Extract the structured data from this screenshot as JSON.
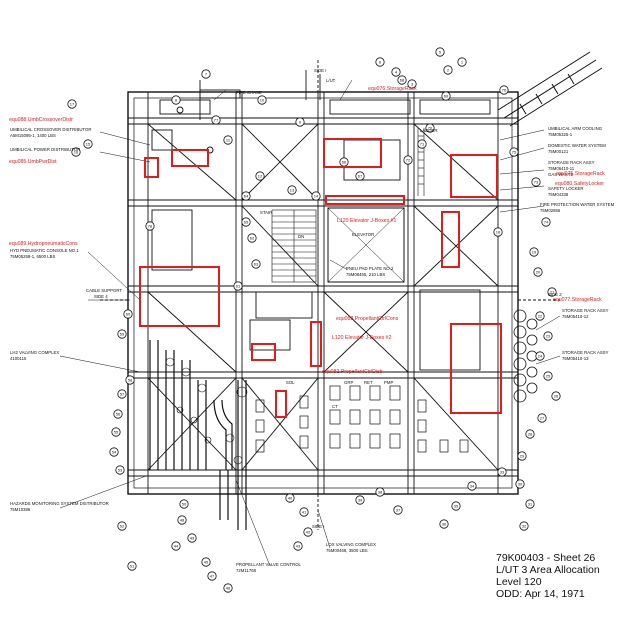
{
  "info": {
    "line1": "79K00403 - Sheet 26",
    "line2": "L/UT  3  Area  Allocation",
    "line3": "Level  120",
    "line4": "ODD: Apr 14, 1971"
  },
  "red_labels": [
    "equ088.UmbCrossoverDistr",
    "equ085.UmbPwrDist",
    "equ089.HydropneumaticCons",
    "equ076.StorageRack",
    "equ075.StorageRack",
    "equ080.SafetyLocker",
    "L120 Elevator J-Boxes #1",
    "equ083.PropellantCtrlCons",
    "L120 Elevator J-Boxes #2",
    "equ082.PropellantCtrlDistr",
    "equ077.StorageRack"
  ],
  "labels": {
    "side_i_top": "SIDE I",
    "side_i_bottom": "SIDE I",
    "side_2": "SIDE 2",
    "side_4": "SIDE 4",
    "fire_chase": "FIRE CHASE",
    "stair": "STAIR",
    "ladder": "LADDER",
    "elevator": "ELEVATOR",
    "cable_support": "CABLE SUPPORT",
    "dn": "DN",
    "umb_crossover": "UMBILICAL CROSSOVER DISTRIBUTOR",
    "umb_crossover_wt": "A5M15095-1, 1400 LBS",
    "umb_power": "UMBILICAL POWER DISTRIBUTOR",
    "hyd_console": "HYD PNEUMATIC CONSOLE NO.1",
    "hyd_console_wt": "75M05258-1, 6500 LBS",
    "lh2_valving": "LH2 VALVING COMPLEX",
    "lh2_valving_no": "4100115",
    "hazards": "HAZARDS MONITORING SYSTEM DISTRIBUTOR",
    "hazards_no": "75M10386",
    "propellant_valve": "PROPELLANT VALVE CONTROL",
    "propellant_valve_no": "72M11768",
    "lox_valving": "LOX VALVING COMPLEX",
    "lox_valving_wt": "75M00468, 3500 LBS",
    "umb_arm_cooling": "UMBILICAL ARM COOLING",
    "umb_arm_cooling_no": "75M05325-1",
    "domestic_water": "DOMESTIC WATER SYSTEM",
    "domestic_water_no": "75M00121",
    "storage_rack_top": "STORAGE RACK ASSY",
    "storage_rack_top_no": "75M06410-11",
    "gas_waste": "GAS WASTE",
    "safety_locker": "SAFETY LOCKER",
    "safety_locker_no": "75M04338",
    "fire_protection": "FIRE PROTECTION WATER SYSTEM",
    "fire_protection_no": "75M02856",
    "pneu_panel": "PNEU PAD PLATE NO.2",
    "pneu_panel_wt": "75M08465, 210 LBS",
    "storage_rack_mid": "STORAGE RACK ASSY",
    "storage_rack_mid_no": "75M05410-12",
    "storage_rack_low": "STORAGE RACK ASSY",
    "storage_rack_low_no": "75M05410-13",
    "sol": "SOL",
    "grp": "GRP",
    "ret": "RET",
    "pmp": "PMP",
    "ct": "CT",
    "lut": "L/UT"
  },
  "bubbles": [
    "1",
    "2",
    "3",
    "4",
    "5",
    "6",
    "7",
    "8",
    "9",
    "10",
    "11",
    "12",
    "13",
    "14",
    "15",
    "16",
    "17",
    "18",
    "19",
    "20",
    "21",
    "22",
    "23",
    "24",
    "25",
    "26",
    "27",
    "28",
    "29",
    "30",
    "31",
    "32",
    "33",
    "34",
    "35",
    "36",
    "37",
    "38",
    "39",
    "40",
    "41",
    "42",
    "43",
    "44",
    "45",
    "46",
    "47",
    "48",
    "49",
    "50",
    "51",
    "52",
    "53",
    "54",
    "55",
    "56",
    "57",
    "58",
    "59",
    "60",
    "61",
    "62",
    "63",
    "64",
    "65",
    "66",
    "67",
    "68",
    "69",
    "70",
    "71",
    "72",
    "73",
    "74",
    "75",
    "76",
    "77",
    "78"
  ],
  "colors": {
    "red": "#e31b1b",
    "ink": "#111111"
  }
}
